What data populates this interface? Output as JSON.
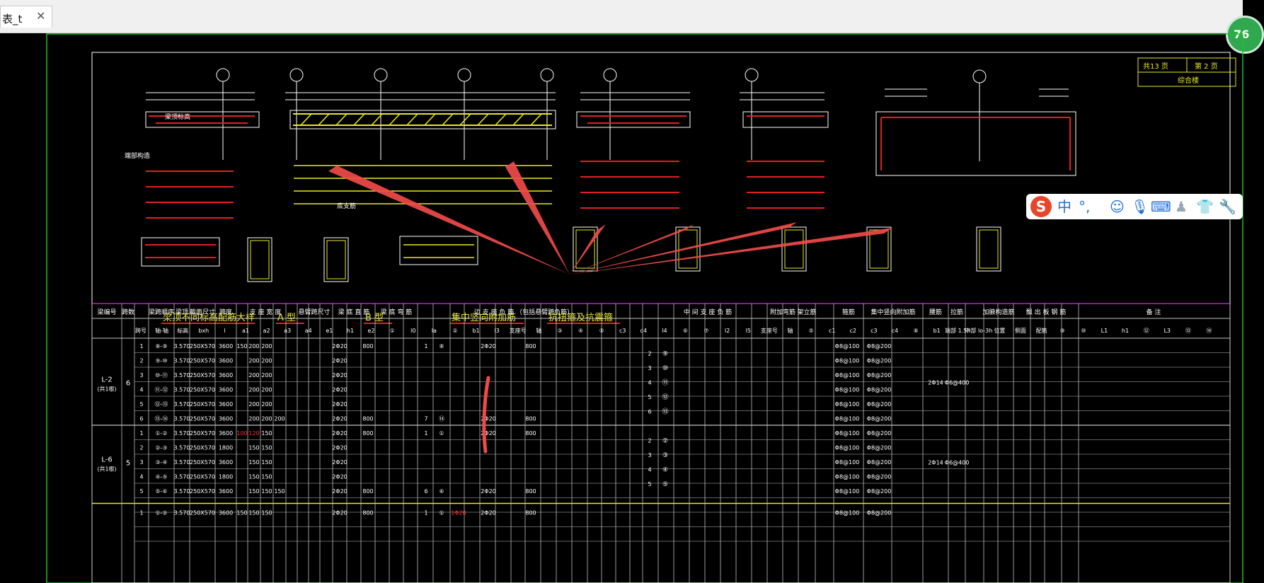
{
  "app": {
    "tab_label": "表_t",
    "tab_close_icon": "close-icon",
    "notification_badge": "76"
  },
  "ime_toolbar": {
    "logo_icon": "sogou-logo-icon",
    "mode_label": "中",
    "punct_label": "°,",
    "icons": [
      "emoji-icon",
      "microphone-icon",
      "keyboard-icon",
      "person-icon",
      "shirt-icon",
      "wrench-icon"
    ]
  },
  "drawing": {
    "sheet_info": {
      "pages": "共13 页",
      "page": "第 2 页",
      "title": "综合楼"
    },
    "section_captions": [
      "梁顶不同标高配筋大样",
      "A 型",
      "B 型",
      "集中竖向附加筋",
      "抗扭箍及抗震箍"
    ],
    "small_notes": [
      "梁顶标高",
      "底支筋",
      "端部构造"
    ],
    "beam_table": {
      "headers_row1": [
        "梁编号",
        "跨数",
        "梁跨顺序",
        "梁顶",
        "截面尺寸",
        "跨度",
        "支 座 宽 度",
        "悬臂跨尺寸",
        "梁 底 直 筋",
        "梁 底 弯 筋",
        "边 支 座 负 筋 （包括悬臂跨负筋）",
        "中 间 支 座 负 筋",
        "附加弯筋",
        "架立筋",
        "箍筋",
        "集中竖向附加筋",
        "腰筋",
        "拉筋",
        "加腋构造筋",
        "飘 出 板 钢 筋",
        "备 注"
      ],
      "headers_row2": [
        "跨号",
        "轴-轴",
        "标高",
        "bxh",
        "l",
        "a1",
        "a2",
        "a3",
        "a4",
        "e1",
        "h1",
        "e2",
        "①",
        "l0",
        "la",
        "②",
        "b1",
        "l3",
        "支座号",
        "轴",
        "③",
        "④",
        "⑤",
        "c3",
        "c4",
        "l4",
        "⑥",
        "⑦",
        "l2",
        "l5",
        "支座号",
        "轴",
        "⑤",
        "c1",
        "c2",
        "c3",
        "c4",
        "⑧",
        "b1",
        "端部 1.5h",
        "中部 lo-3h",
        "位置",
        "侧面",
        "配筋",
        "⑨",
        "⑩",
        "L1",
        "h1",
        "⑫",
        "L3",
        "⑬",
        "⑭"
      ],
      "beams": [
        {
          "id": "L-2",
          "count_note": "(共1根)",
          "spans": "6",
          "rows": [
            {
              "no": "1",
              "axes": "⑧-⑨",
              "elev": "3.570",
              "size": "250X570",
              "len": "3600",
              "a1": "150",
              "a2": "200",
              "a3": "200",
              "bottom": "2Φ20",
              "la": "800",
              "seat": "1",
              "seat_axis": "⑧",
              "neg": "2Φ20",
              "neg_len": "800",
              "stirrup_end": "Φ8@100",
              "stirrup_mid": "Φ8@200"
            },
            {
              "no": "2",
              "axes": "⑨-⑩",
              "elev": "3.570",
              "size": "250X570",
              "len": "3600",
              "a1": "",
              "a2": "200",
              "a3": "200",
              "bottom": "2Φ20",
              "la": "",
              "seat": "",
              "seat_axis": "",
              "neg": "",
              "neg_len": "",
              "stirrup_end": "Φ8@100",
              "stirrup_mid": "Φ8@200"
            },
            {
              "no": "3",
              "axes": "⑩-⑪",
              "elev": "3.570",
              "size": "250X570",
              "len": "3600",
              "a1": "",
              "a2": "200",
              "a3": "200",
              "bottom": "2Φ20",
              "la": "",
              "seat": "",
              "seat_axis": "",
              "neg": "",
              "neg_len": "",
              "stirrup_end": "Φ8@100",
              "stirrup_mid": "Φ8@200"
            },
            {
              "no": "4",
              "axes": "⑪-⑫",
              "elev": "3.570",
              "size": "250X570",
              "len": "3600",
              "a1": "",
              "a2": "200",
              "a3": "200",
              "bottom": "2Φ20",
              "la": "",
              "seat": "",
              "seat_axis": "",
              "neg": "",
              "neg_len": "",
              "stirrup_end": "Φ8@100",
              "stirrup_mid": "Φ8@200"
            },
            {
              "no": "5",
              "axes": "⑫-⑬",
              "elev": "3.570",
              "size": "250X570",
              "len": "3600",
              "a1": "",
              "a2": "200",
              "a3": "200",
              "bottom": "2Φ20",
              "la": "",
              "seat": "",
              "seat_axis": "",
              "neg": "",
              "neg_len": "",
              "stirrup_end": "Φ8@100",
              "stirrup_mid": "Φ8@200"
            },
            {
              "no": "6",
              "axes": "⑬-⑭",
              "elev": "3.570",
              "size": "250X570",
              "len": "3600",
              "a1": "",
              "a2": "200",
              "a3": "200",
              "a4": "200",
              "bottom": "2Φ20",
              "la": "800",
              "seat": "7",
              "seat_axis": "⑭",
              "neg": "2Φ20",
              "neg_len": "800",
              "stirrup_end": "Φ8@100",
              "stirrup_mid": "Φ8@200"
            }
          ],
          "mid_supports": [
            {
              "no": "2",
              "axis": "⑨"
            },
            {
              "no": "3",
              "axis": "⑩"
            },
            {
              "no": "4",
              "axis": "⑪"
            },
            {
              "no": "5",
              "axis": "⑫"
            },
            {
              "no": "6",
              "axis": "⑬"
            }
          ],
          "waist": "2Φ14",
          "tie": "Φ6@400"
        },
        {
          "id": "L-6",
          "count_note": "(共1根)",
          "spans": "5",
          "rows": [
            {
              "no": "1",
              "axes": "①-②",
              "elev": "3.570",
              "size": "250X570",
              "len": "3600",
              "a1": "100",
              "a2": "120",
              "a3": "150",
              "bottom": "2Φ20",
              "la": "800",
              "seat": "1",
              "seat_axis": "①",
              "neg": "2Φ20",
              "neg_len": "800",
              "stirrup_end": "Φ8@100",
              "stirrup_mid": "Φ8@200"
            },
            {
              "no": "2",
              "axes": "②-③",
              "elev": "3.570",
              "size": "250X570",
              "len": "1800",
              "a1": "",
              "a2": "150",
              "a3": "150",
              "bottom": "2Φ20",
              "la": "",
              "seat": "",
              "seat_axis": "",
              "neg": "",
              "neg_len": "",
              "stirrup_end": "Φ8@100",
              "stirrup_mid": "Φ8@200"
            },
            {
              "no": "3",
              "axes": "③-④",
              "elev": "3.570",
              "size": "250X570",
              "len": "3600",
              "a1": "",
              "a2": "150",
              "a3": "150",
              "bottom": "2Φ20",
              "la": "",
              "seat": "",
              "seat_axis": "",
              "neg": "",
              "neg_len": "",
              "stirrup_end": "Φ8@100",
              "stirrup_mid": "Φ8@200"
            },
            {
              "no": "4",
              "axes": "④-⑤",
              "elev": "3.570",
              "size": "250X570",
              "len": "1800",
              "a1": "",
              "a2": "150",
              "a3": "150",
              "bottom": "2Φ20",
              "la": "",
              "seat": "",
              "seat_axis": "",
              "neg": "",
              "neg_len": "",
              "stirrup_end": "Φ8@100",
              "stirrup_mid": "Φ8@200"
            },
            {
              "no": "5",
              "axes": "⑤-⑥",
              "elev": "3.570",
              "size": "250X570",
              "len": "3600",
              "a1": "",
              "a2": "150",
              "a3": "150",
              "a4": "150",
              "bottom": "2Φ20",
              "la": "800",
              "seat": "6",
              "seat_axis": "⑥",
              "neg": "2Φ20",
              "neg_len": "800",
              "stirrup_end": "Φ8@100",
              "stirrup_mid": "Φ8@200"
            }
          ],
          "mid_supports": [
            {
              "no": "2",
              "axis": "②"
            },
            {
              "no": "3",
              "axis": "③"
            },
            {
              "no": "4",
              "axis": "④"
            },
            {
              "no": "5",
              "axis": "⑤"
            }
          ],
          "waist": "2Φ14",
          "tie": "Φ6@400"
        }
      ],
      "partial_row": {
        "no": "1",
        "axes": "①-②",
        "elev": "3.570",
        "size": "250X570",
        "len": "3600",
        "a1": "150",
        "a2": "150",
        "a3": "150",
        "bottom": "2Φ20",
        "la": "800",
        "seat": "1",
        "seat_axis": "①",
        "seat_red": "1Φ20",
        "neg": "2Φ20",
        "neg_len": "800",
        "stirrup_end": "Φ8@100",
        "stirrup_mid": "Φ8@200"
      }
    }
  }
}
